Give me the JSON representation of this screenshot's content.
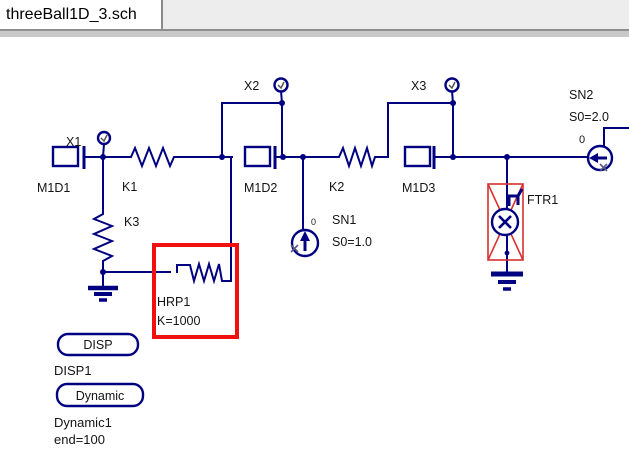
{
  "window": {
    "tab_title": "threeBall1D_3.sch"
  },
  "schematic": {
    "colors": {
      "wire": "#000080",
      "selection": "#f01010",
      "error_box": "#d83030",
      "label": "#141414"
    },
    "wire_labels": [
      {
        "name": "X1"
      },
      {
        "name": "X2"
      },
      {
        "name": "X3"
      }
    ],
    "masses": [
      {
        "name": "M1D1"
      },
      {
        "name": "M1D2"
      },
      {
        "name": "M1D3"
      }
    ],
    "springs": [
      {
        "name": "K1"
      },
      {
        "name": "K2"
      },
      {
        "name": "K3"
      }
    ],
    "hard_stop": {
      "name": "HRP1",
      "param": "K=1000"
    },
    "sensors": [
      {
        "name": "SN1",
        "param": "S0=1.0",
        "pin_label": "0"
      },
      {
        "name": "SN2",
        "param": "S0=2.0",
        "pin_label": "0"
      }
    ],
    "friction": {
      "name": "FTR1"
    },
    "sim_blocks": [
      {
        "type_label": "DISP",
        "instance": "DISP1"
      },
      {
        "type_label": "Dynamic",
        "instance": "Dynamic1",
        "param": "end=100"
      }
    ]
  }
}
